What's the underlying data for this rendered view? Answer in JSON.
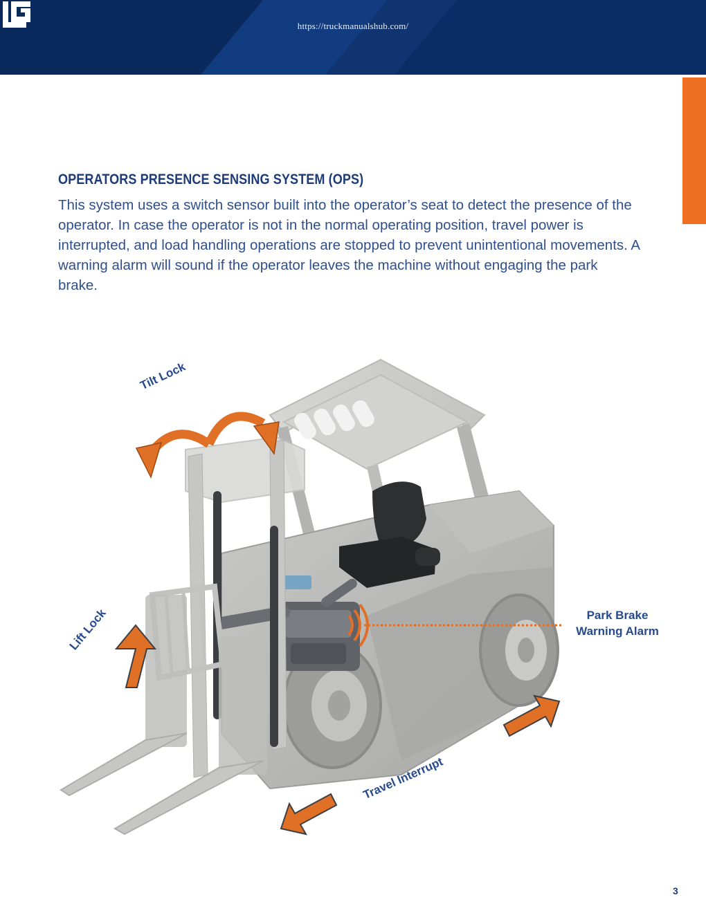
{
  "header": {
    "url": "https://truckmanualshub.com/",
    "logo_icon": "lg-monogram-icon",
    "background_color": "#0a2a5e",
    "stripe_color": "#113f86"
  },
  "section": {
    "title": "OPERATORS PRESENCE SENSING SYSTEM (OPS)",
    "body": "This system uses a switch sensor built into the operator’s seat to detect the presence of the operator. In case the operator is not in the normal operating position, travel power is interrupted, and load handling operations are stopped to prevent unintentional movements. A warning alarm will sound if the operator leaves the machine without engaging the park brake."
  },
  "figure": {
    "labels": {
      "tilt_lock": "Tilt Lock",
      "lift_lock": "Lift  Lock",
      "travel_interrupt": "Travel Interrupt",
      "park_brake_line1": "Park Brake",
      "park_brake_line2": "Warning Alarm"
    },
    "icons": [
      "tilt-arrows-icon",
      "lift-arrow-icon",
      "travel-arrows-icon",
      "alarm-sound-waves-icon",
      "forklift-illustration"
    ],
    "accent_color": "#e07026",
    "label_color": "#264a8c"
  },
  "page_number": "3"
}
